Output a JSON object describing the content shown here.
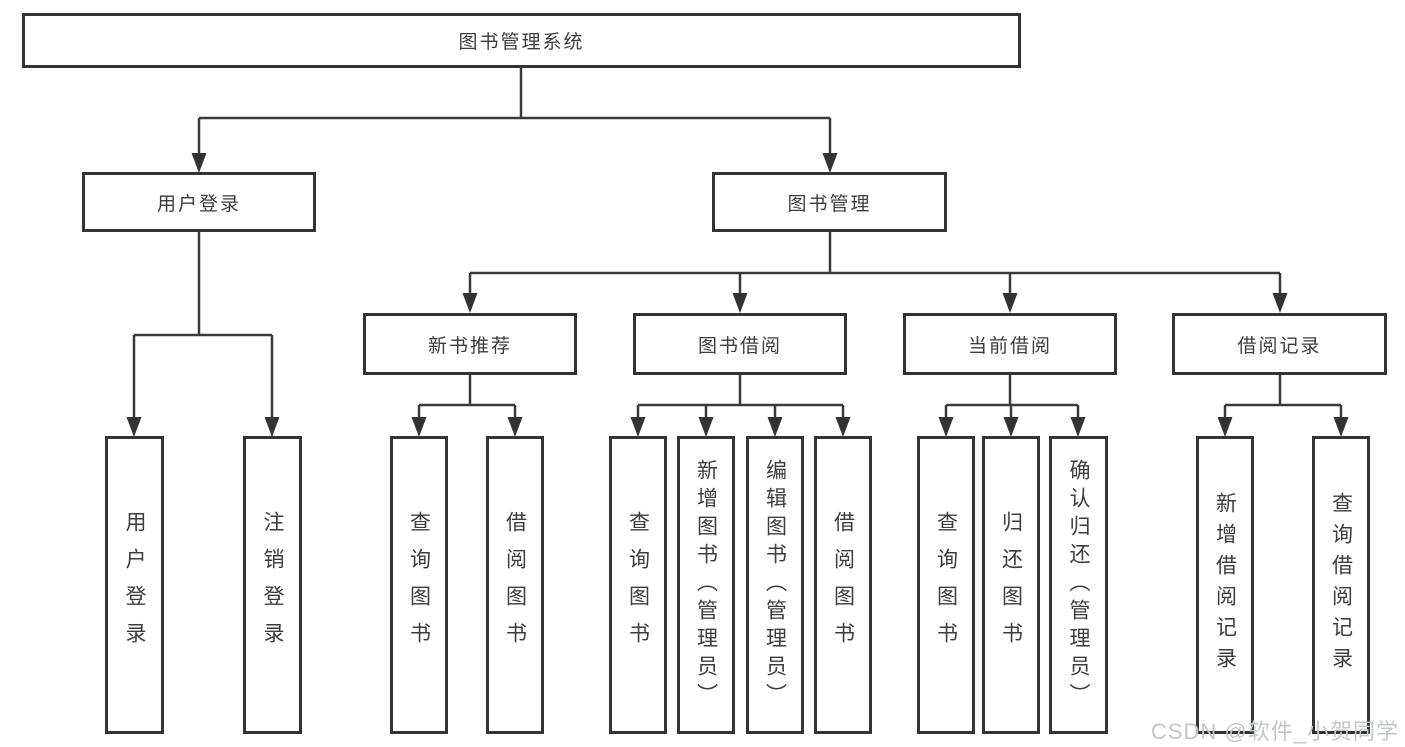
{
  "colors": {
    "line": "#3a3a3a",
    "box_border": "#333333",
    "text": "#3d3d3d",
    "watermark_text": "#c2c5c9",
    "background": "#ffffff"
  },
  "watermark": {
    "text": "CSDN @软件_小贺同学"
  },
  "tree": {
    "root": {
      "label": "图书管理系统"
    },
    "branches": [
      {
        "label": "用户登录",
        "children": [
          {
            "label": "用户登录"
          },
          {
            "label": "注销登录"
          }
        ]
      },
      {
        "label": "图书管理",
        "groups": [
          {
            "label": "新书推荐",
            "children": [
              {
                "label": "查询图书"
              },
              {
                "label": "借阅图书"
              }
            ]
          },
          {
            "label": "图书借阅",
            "children": [
              {
                "label": "查询图书"
              },
              {
                "label": "新增图书（管理员）"
              },
              {
                "label": "编辑图书（管理员）"
              },
              {
                "label": "借阅图书"
              }
            ]
          },
          {
            "label": "当前借阅",
            "children": [
              {
                "label": "查询图书"
              },
              {
                "label": "归还图书"
              },
              {
                "label": "确认归还（管理员）"
              }
            ]
          },
          {
            "label": "借阅记录",
            "children": [
              {
                "label": "新增借阅记录"
              },
              {
                "label": "查询借阅记录"
              }
            ]
          }
        ]
      }
    ]
  }
}
